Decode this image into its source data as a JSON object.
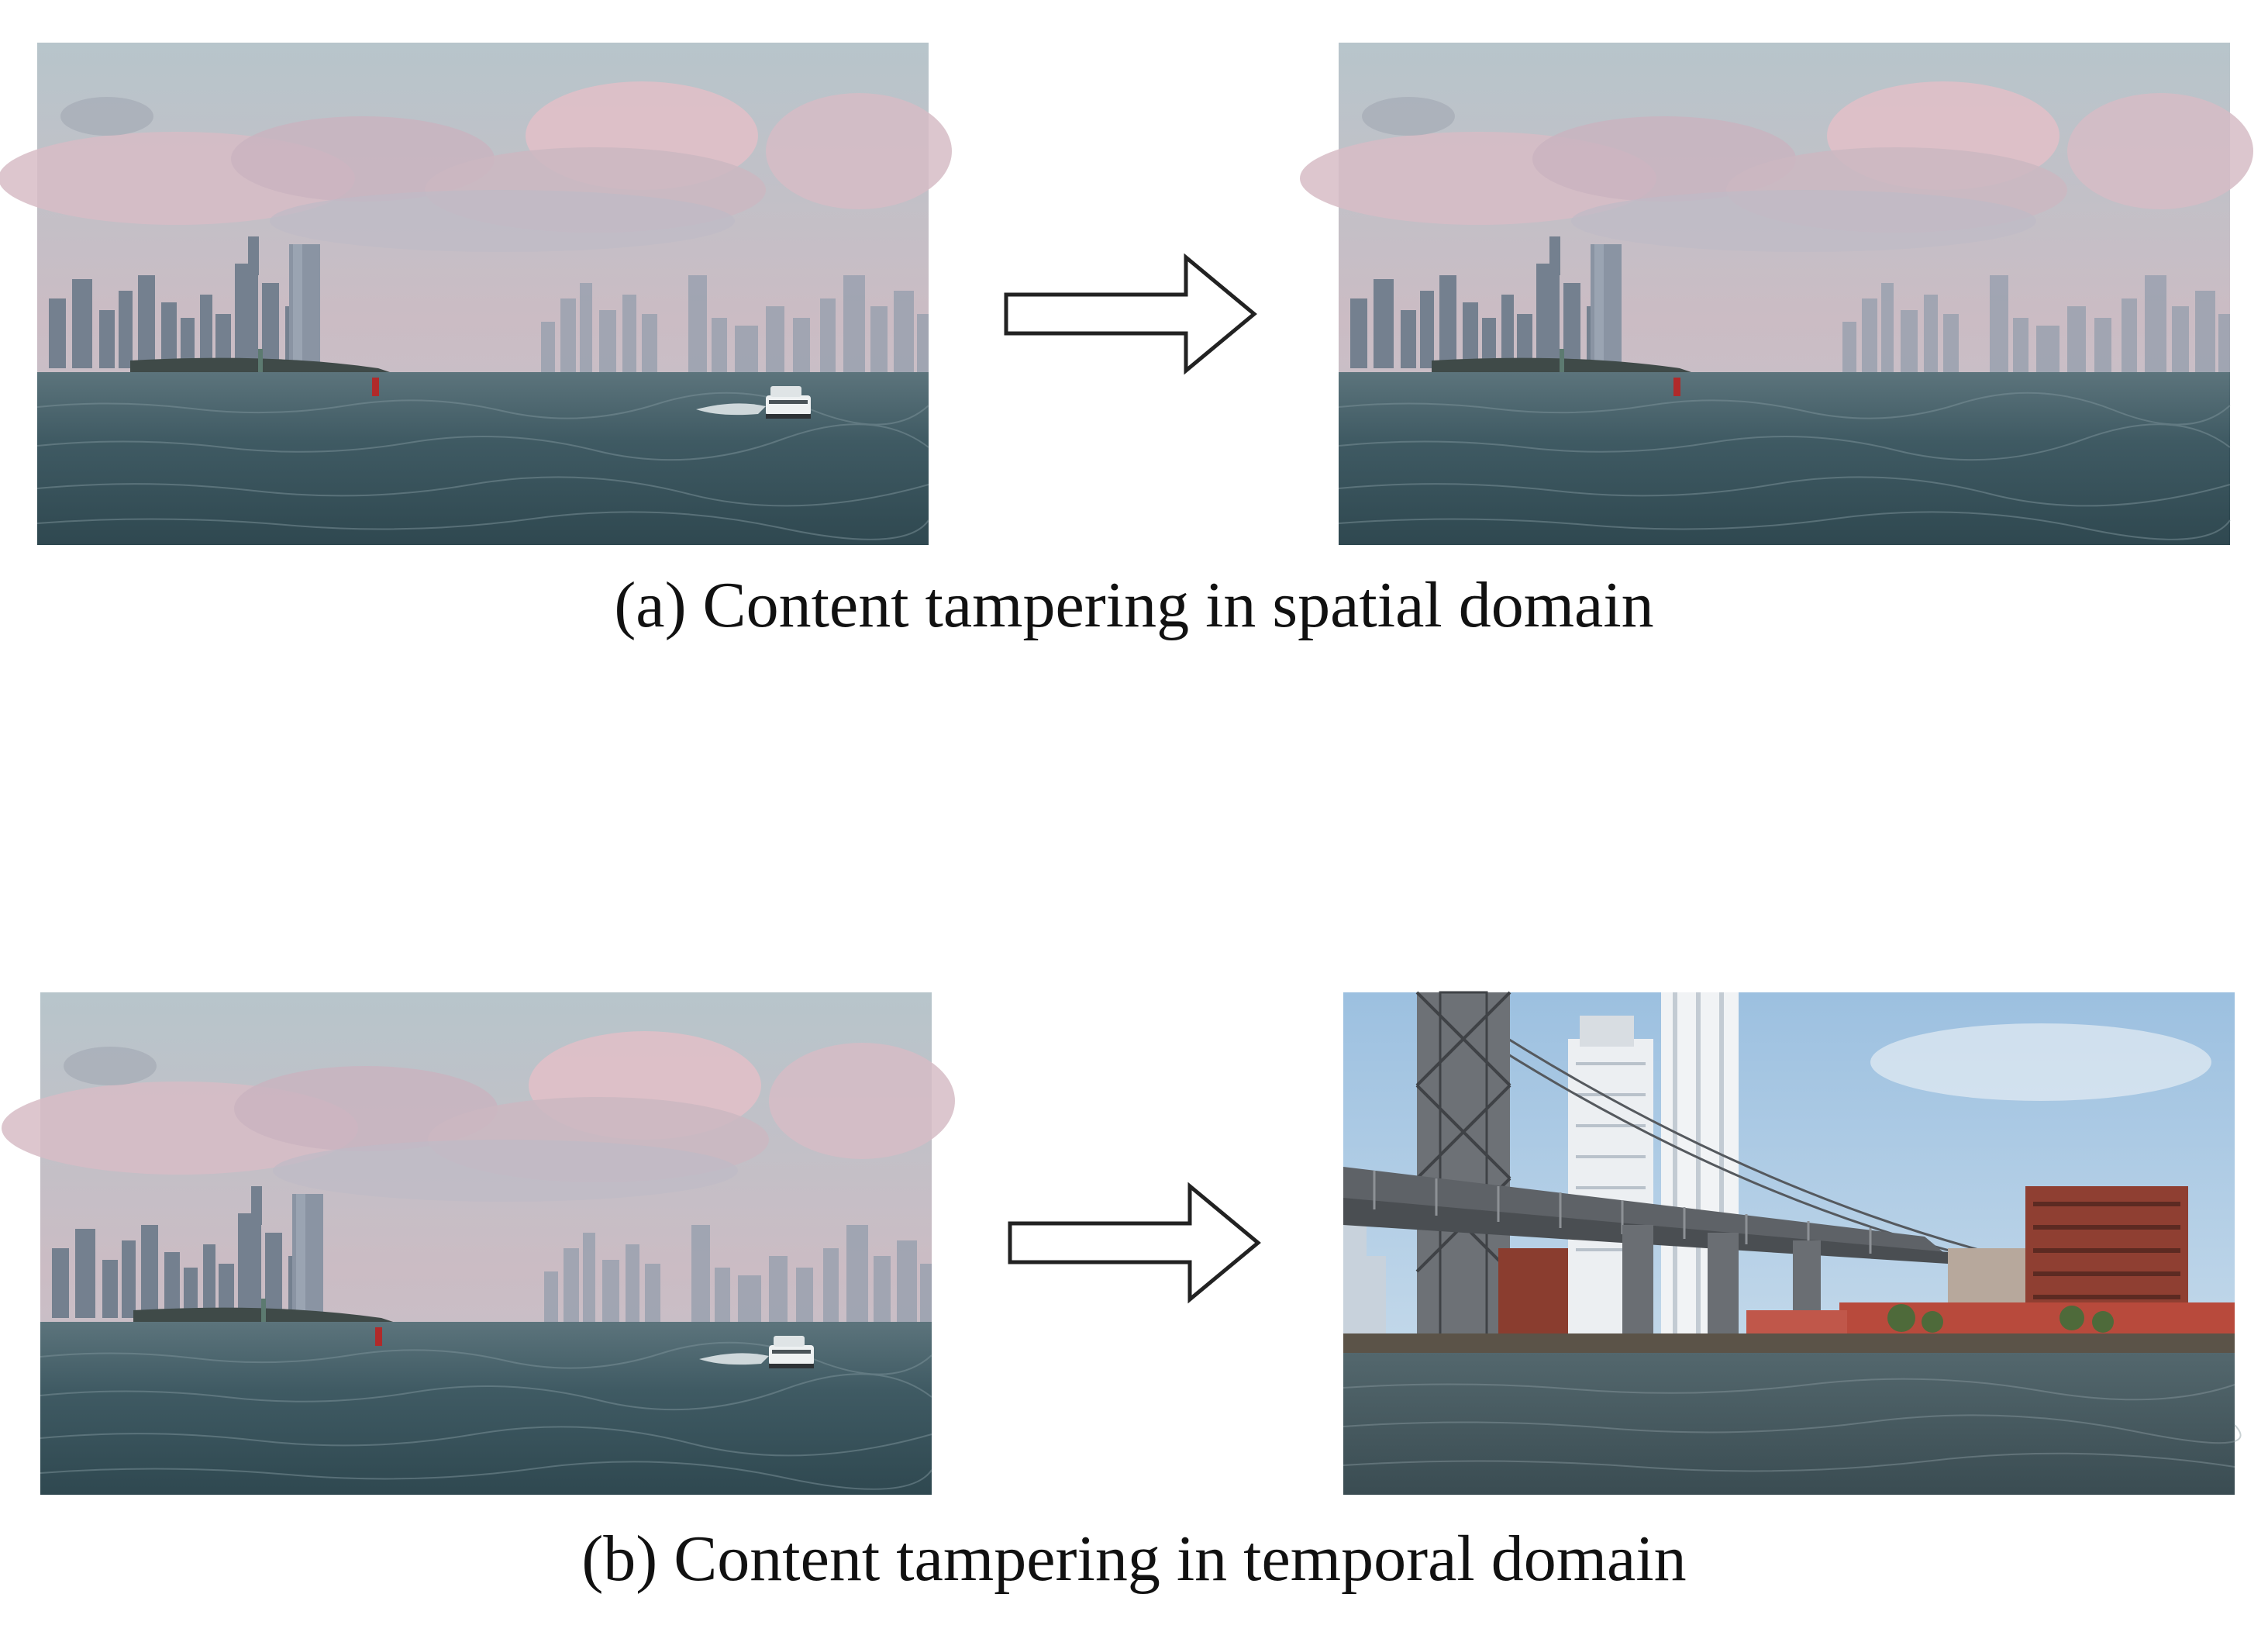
{
  "panels": [
    {
      "caption": "(a) Content tampering in spatial domain",
      "before": {
        "scene": "harbor-skyline-with-ferry",
        "boat_visible": true
      },
      "after": {
        "scene": "harbor-skyline-ferry-removed",
        "boat_visible": false
      }
    },
    {
      "caption": "(b) Content tampering in temporal domain",
      "before": {
        "scene": "harbor-skyline-with-ferry",
        "boat_visible": true
      },
      "after": {
        "scene": "bridge-and-riverside-buildings"
      }
    }
  ],
  "colors": {
    "sky_top": "#b9c6cc",
    "cloud_pink": "#d6b9c2",
    "water": "#3e5962",
    "arrow_stroke": "#222222",
    "bridge_steel": "#6b6f74",
    "brick": "#8a3d2f",
    "bright_sky": "#a9c9e6"
  }
}
